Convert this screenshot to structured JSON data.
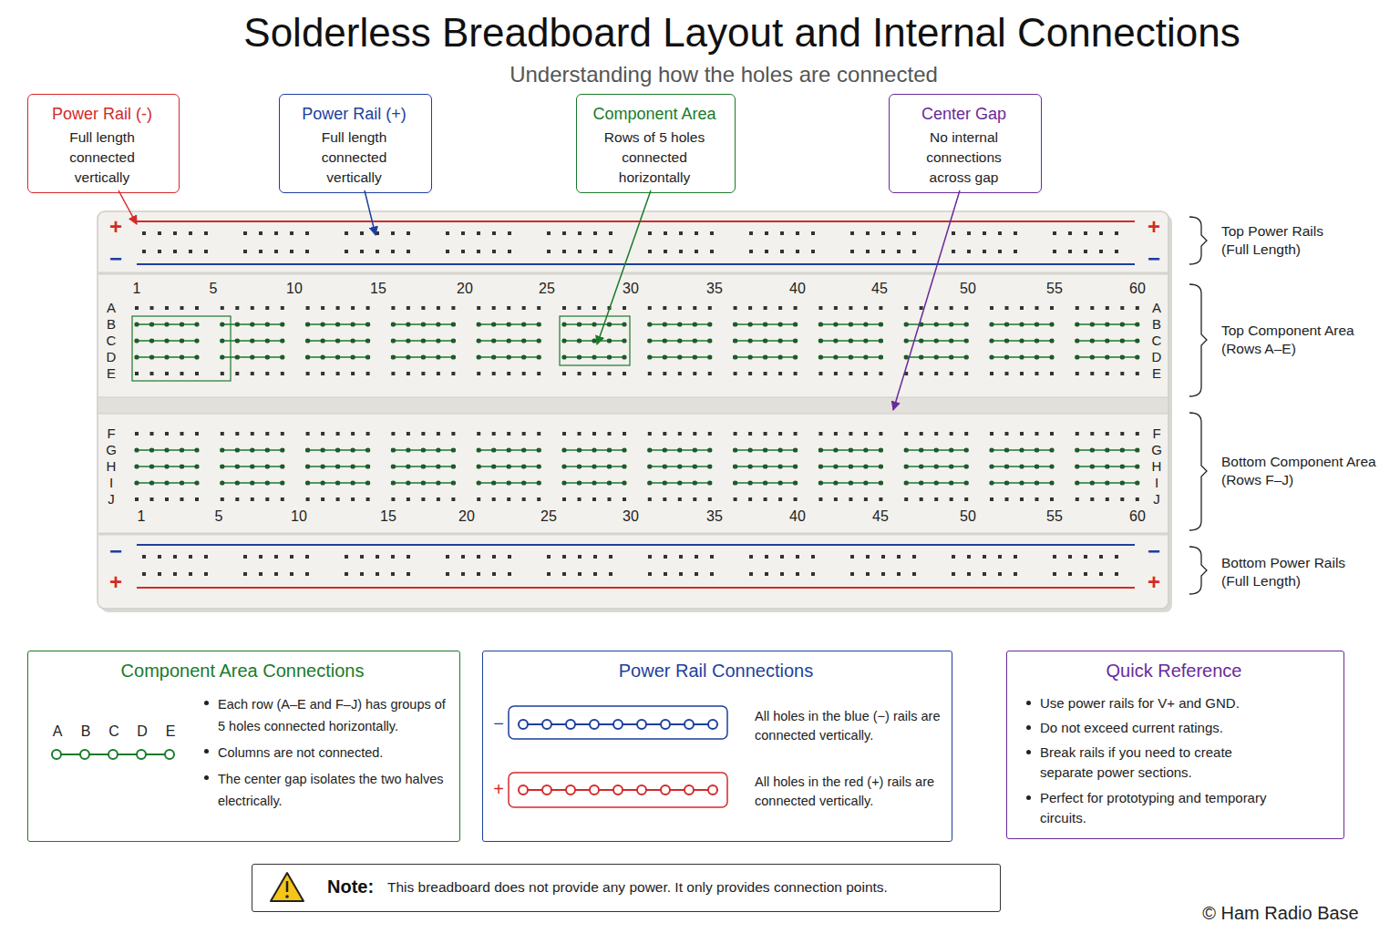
{
  "diagram": {
    "title": "Solderless Breadboard Layout and Internal Connections",
    "nodes": [
      {
        "text": [
          "Power Rail (-)",
          "Full length connected vertically"
        ]
      },
      {
        "text": [
          "Power Rail (+)",
          "Full length connected vertically"
        ]
      },
      {
        "text": [
          "Component Area",
          "Rows of 5 holes connected horizontally"
        ]
      },
      {
        "text": [
          "Center Gap",
          "No internal connections across gap"
        ]
      },
      {
        "text": [
          "Component Area Connections",
          "A",
          "B",
          "C",
          "D",
          "E",
          "Each row (A–E and F–J) has groups of 5 holes connected horizontally.",
          "Columns are not connected.",
          "The center gap isolates the two halves electrically."
        ]
      },
      {
        "text": [
          "Power Rail Connections",
          "−",
          "All holes in the blue (−) rails are connected vertically.",
          "+",
          "All holes in the red (+) rails are connected vertically."
        ]
      },
      {
        "text": [
          "Quick Reference",
          "Use power rails for V+ and GND.",
          "Do not exceed current ratings.",
          "Break rails if you need to create separate power sections.",
          "Perfect for prototyping and temporary circuits."
        ]
      },
      {
        "text": [
          "Note:",
          "This breadboard does not provide any power. It only provides connection points."
        ]
      }
    ],
    "labels": [
      "Understanding how the holes are connected",
      "+",
      "+",
      "−",
      "−",
      "1",
      "5",
      "10",
      "15",
      "20",
      "25",
      "30",
      "35",
      "40",
      "45",
      "50",
      "55",
      "60",
      "A",
      "B",
      "C",
      "D",
      "E",
      "A",
      "B",
      "C",
      "D",
      "E",
      "F",
      "G",
      "H",
      "I",
      "J",
      "F",
      "G",
      "H",
      "I",
      "J",
      "1",
      "5",
      "10",
      "15",
      "20",
      "25",
      "30",
      "35",
      "40",
      "45",
      "50",
      "55",
      "60",
      "−",
      "−",
      "+",
      "+",
      "Top Power Rails (Full Length)",
      "Top Component Area (Rows A–E)",
      "Bottom Component Area (Rows F–J)",
      "Bottom Power Rails (Full Length)",
      "© Ham Radio Base"
    ]
  }
}
